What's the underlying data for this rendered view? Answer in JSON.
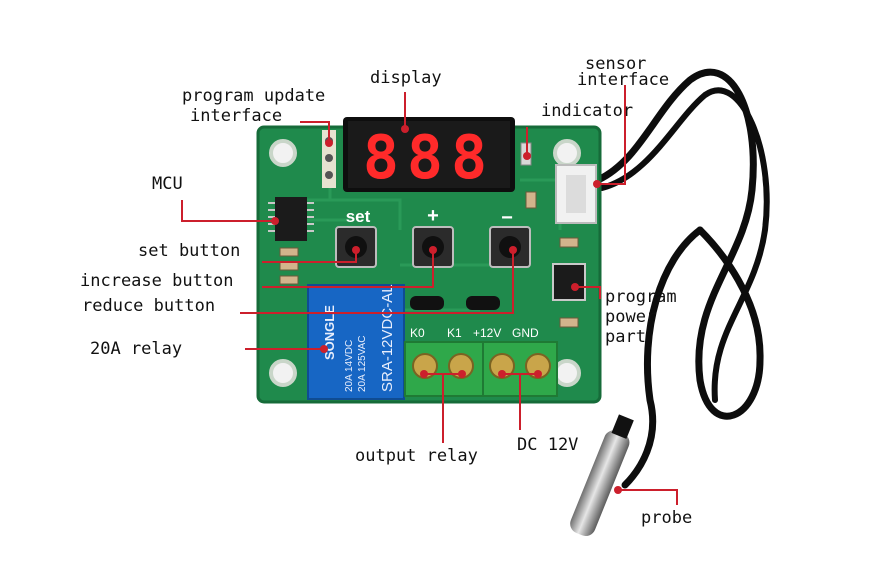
{
  "labels": {
    "display": "display",
    "program_update_line1": "program update",
    "program_update_line2": "interface",
    "sensor_line1": "sensor",
    "sensor_line2": "interface",
    "indicator": "indicator",
    "mcu": "MCU",
    "set_button": "set button",
    "increase_button": "increase button",
    "reduce_button": "reduce button",
    "relay_20a": "20A relay",
    "program_power_line1": "program",
    "program_power_line2": "power",
    "program_power_line3": "part",
    "output_relay": "output relay",
    "dc_12v": "DC 12V",
    "probe": "probe"
  },
  "board": {
    "display_digits": "888",
    "silk_set": "set",
    "silk_plus": "+",
    "silk_minus": "−",
    "relay_brand": "SONGLE",
    "relay_model": "SRA-12VDC-AL",
    "relay_rating1": "20A 14VDC",
    "relay_rating2": "20A 125VAC",
    "terminal_labels": [
      "K0",
      "K1",
      "+12V",
      "GND"
    ]
  },
  "colors": {
    "pcb": "#1f8a4c",
    "pcb_dark": "#166b39",
    "leader": "#cc1f2c",
    "segment": "#ff2a2a",
    "terminal": "#2fa84a"
  }
}
